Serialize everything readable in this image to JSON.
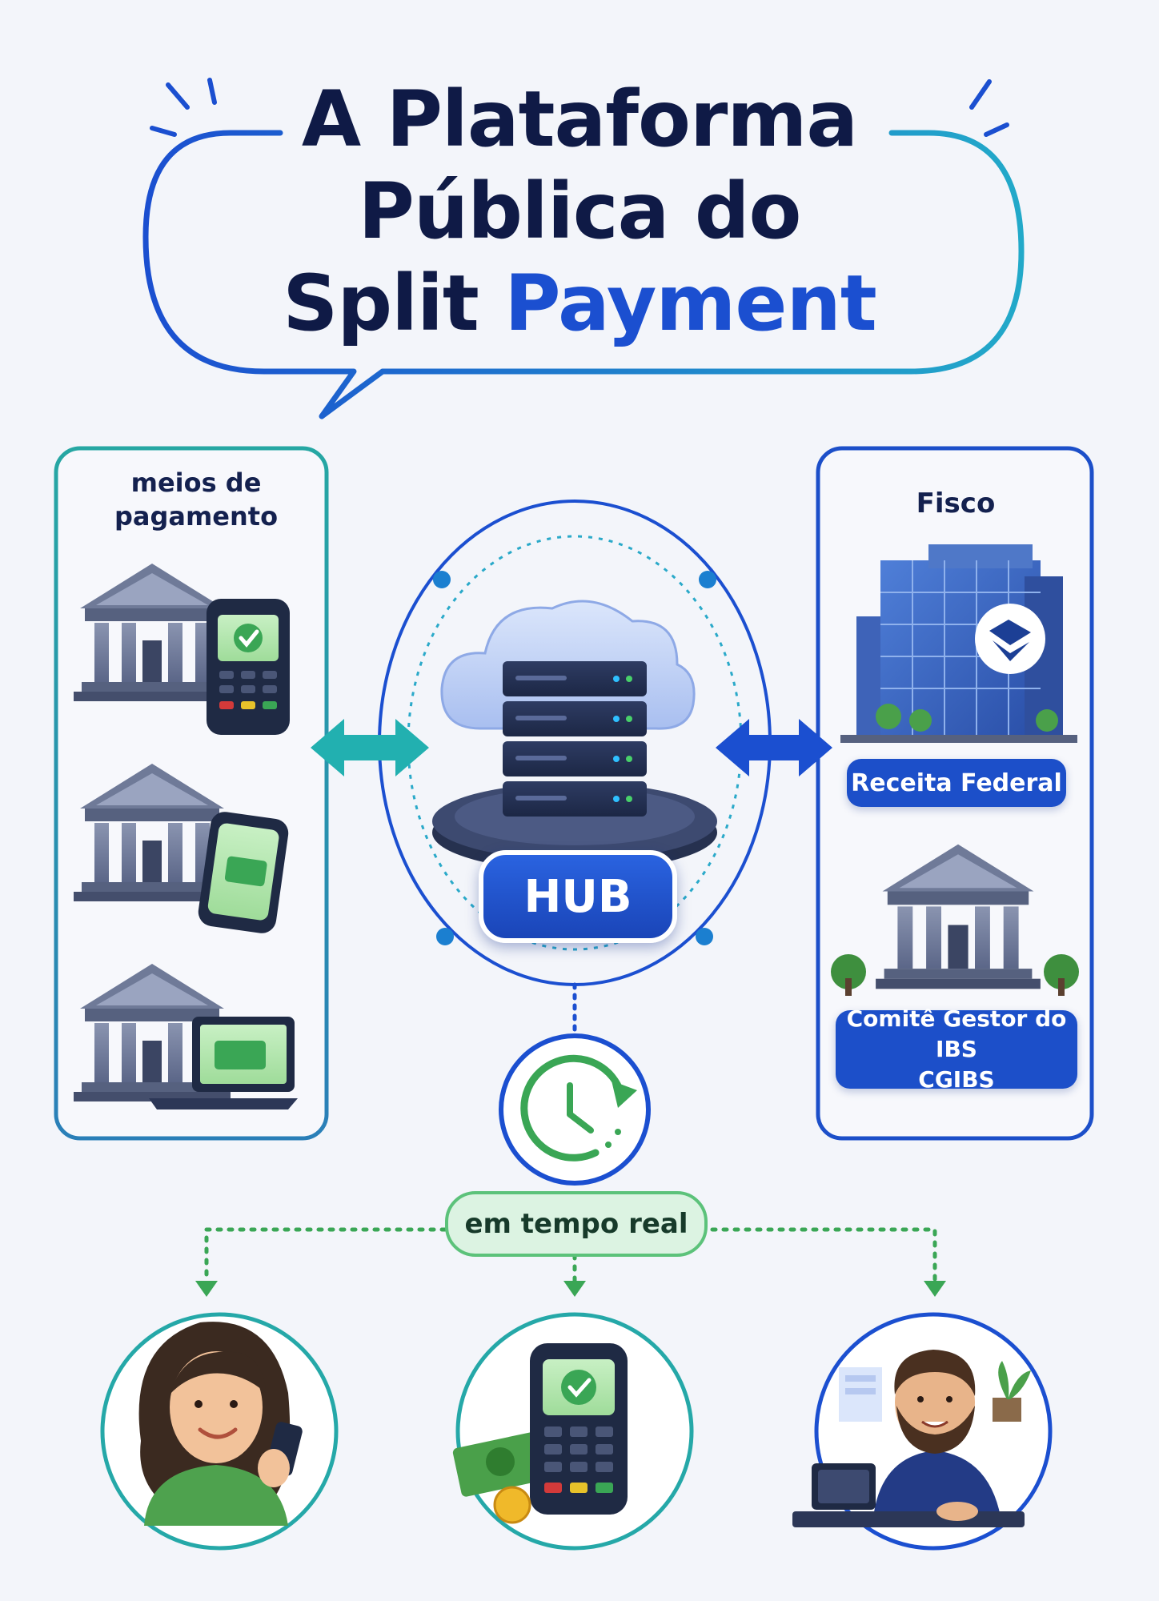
{
  "title": {
    "line1": "A Plataforma",
    "line2": "Pública do",
    "line3_dark": "Split",
    "line3_accent": "Payment"
  },
  "left_panel": {
    "title": "meios de pagamento",
    "items": [
      "bank-with-card-terminal",
      "bank-with-smartphone",
      "bank-with-laptop"
    ]
  },
  "hub": {
    "label": "HUB"
  },
  "right_panel": {
    "title": "Fisco",
    "receita": "Receita Federal",
    "comite_line1": "Comitê Gestor do IBS",
    "comite_line2": "CGIBS"
  },
  "realtime": {
    "label": "em tempo real"
  },
  "bottom": [
    "customer-woman-with-phone",
    "payment-terminal-with-cash",
    "merchant-man-at-register"
  ],
  "colors": {
    "navy": "#0f1a46",
    "accent_blue": "#1b4fd0",
    "teal": "#22a6a6",
    "green": "#3aa655",
    "panel_blue": "#1c4fc9"
  }
}
